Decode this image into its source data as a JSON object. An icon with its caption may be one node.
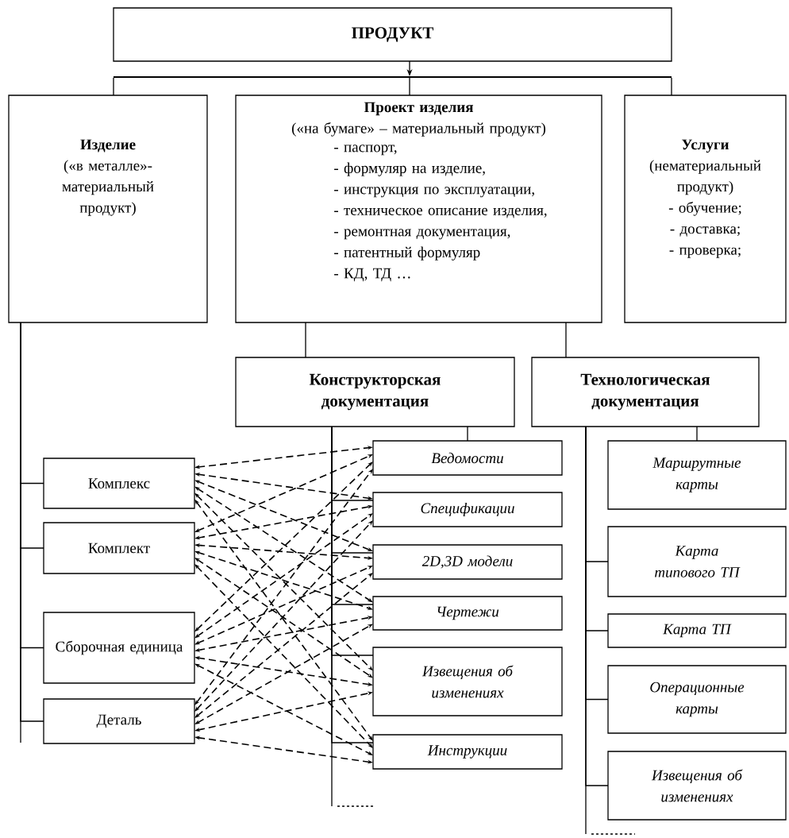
{
  "diagram": {
    "nodes": [
      {
        "text": [
          "ПРОДУКТ"
        ]
      },
      {
        "text": [
          "Изделие",
          "(«в металле»- материальный продукт)"
        ]
      },
      {
        "text": [
          "Проект изделия",
          "(«на бумаге» – материальный продукт)",
          "- паспорт,",
          "- формуляр на изделие,",
          "- инструкция по эксплуатации,",
          "- техническое описание изделия,",
          "- ремонтная документация,",
          "- патентный формуляр",
          "- КД, ТД …"
        ]
      },
      {
        "text": [
          "Услуги",
          "(нематериальный продукт)",
          "- обучение;",
          "- доставка;",
          "- проверка;"
        ]
      },
      {
        "text": [
          "Конструкторская документация"
        ]
      },
      {
        "text": [
          "Технологическая документация"
        ]
      },
      {
        "text": [
          "Комплекс"
        ]
      },
      {
        "text": [
          "Комплект"
        ]
      },
      {
        "text": [
          "Сборочная единица"
        ]
      },
      {
        "text": [
          "Деталь"
        ]
      },
      {
        "text": [
          "Ведомости"
        ]
      },
      {
        "text": [
          "Спецификации"
        ]
      },
      {
        "text": [
          "2D,3D модели"
        ]
      },
      {
        "text": [
          "Чертежи"
        ]
      },
      {
        "text": [
          "Извещения об изменениях"
        ]
      },
      {
        "text": [
          "Инструкции"
        ]
      },
      {
        "text": [
          "Маршрутные карты"
        ]
      },
      {
        "text": [
          "Карта типового ТП"
        ]
      },
      {
        "text": [
          "Карта ТП"
        ]
      },
      {
        "text": [
          "Операционные карты"
        ]
      },
      {
        "text": [
          "Извещения об изменениях"
        ]
      },
      {
        "text": [],
        "shape": "bar"
      }
    ],
    "edges": [
      {
        "from": 0,
        "to": 21,
        "arrow": "to"
      },
      {
        "from": 21,
        "to": 1,
        "arrow": "none"
      },
      {
        "from": 21,
        "to": 2,
        "arrow": "none"
      },
      {
        "from": 21,
        "to": 3,
        "arrow": "none"
      },
      {
        "from": 2,
        "to": 4,
        "arrow": "none"
      },
      {
        "from": 2,
        "to": 5,
        "arrow": "none"
      },
      {
        "from": 1,
        "to": 6,
        "arrow": "none"
      },
      {
        "from": 1,
        "to": 7,
        "arrow": "none"
      },
      {
        "from": 1,
        "to": 8,
        "arrow": "none"
      },
      {
        "from": 1,
        "to": 9,
        "arrow": "none"
      },
      {
        "from": 4,
        "to": 10,
        "arrow": "none"
      },
      {
        "from": 4,
        "to": 11,
        "arrow": "none"
      },
      {
        "from": 4,
        "to": 12,
        "arrow": "none"
      },
      {
        "from": 4,
        "to": 13,
        "arrow": "none"
      },
      {
        "from": 4,
        "to": 14,
        "arrow": "none"
      },
      {
        "from": 4,
        "to": 15,
        "arrow": "none"
      },
      {
        "from": 5,
        "to": 16,
        "arrow": "none"
      },
      {
        "from": 5,
        "to": 17,
        "arrow": "none"
      },
      {
        "from": 5,
        "to": 18,
        "arrow": "none"
      },
      {
        "from": 5,
        "to": 19,
        "arrow": "none"
      },
      {
        "from": 5,
        "to": 20,
        "arrow": "none"
      },
      {
        "from": 6,
        "to": 10,
        "arrow": "both",
        "style": "dashed"
      },
      {
        "from": 6,
        "to": 11,
        "arrow": "both",
        "style": "dashed"
      },
      {
        "from": 6,
        "to": 12,
        "arrow": "both",
        "style": "dashed"
      },
      {
        "from": 6,
        "to": 13,
        "arrow": "both",
        "style": "dashed"
      },
      {
        "from": 6,
        "to": 14,
        "arrow": "both",
        "style": "dashed"
      },
      {
        "from": 6,
        "to": 15,
        "arrow": "both",
        "style": "dashed"
      },
      {
        "from": 7,
        "to": 10,
        "arrow": "both",
        "style": "dashed"
      },
      {
        "from": 7,
        "to": 11,
        "arrow": "both",
        "style": "dashed"
      },
      {
        "from": 7,
        "to": 12,
        "arrow": "both",
        "style": "dashed"
      },
      {
        "from": 7,
        "to": 13,
        "arrow": "both",
        "style": "dashed"
      },
      {
        "from": 7,
        "to": 14,
        "arrow": "both",
        "style": "dashed"
      },
      {
        "from": 7,
        "to": 15,
        "arrow": "both",
        "style": "dashed"
      },
      {
        "from": 8,
        "to": 10,
        "arrow": "both",
        "style": "dashed"
      },
      {
        "from": 8,
        "to": 11,
        "arrow": "both",
        "style": "dashed"
      },
      {
        "from": 8,
        "to": 12,
        "arrow": "both",
        "style": "dashed"
      },
      {
        "from": 8,
        "to": 13,
        "arrow": "both",
        "style": "dashed"
      },
      {
        "from": 8,
        "to": 14,
        "arrow": "both",
        "style": "dashed"
      },
      {
        "from": 8,
        "to": 15,
        "arrow": "both",
        "style": "dashed"
      },
      {
        "from": 9,
        "to": 10,
        "arrow": "both",
        "style": "dashed"
      },
      {
        "from": 9,
        "to": 11,
        "arrow": "both",
        "style": "dashed"
      },
      {
        "from": 9,
        "to": 12,
        "arrow": "both",
        "style": "dashed"
      },
      {
        "from": 9,
        "to": 13,
        "arrow": "both",
        "style": "dashed"
      },
      {
        "from": 9,
        "to": 14,
        "arrow": "both",
        "style": "dashed"
      },
      {
        "from": 9,
        "to": 15,
        "arrow": "both",
        "style": "dashed"
      }
    ]
  }
}
